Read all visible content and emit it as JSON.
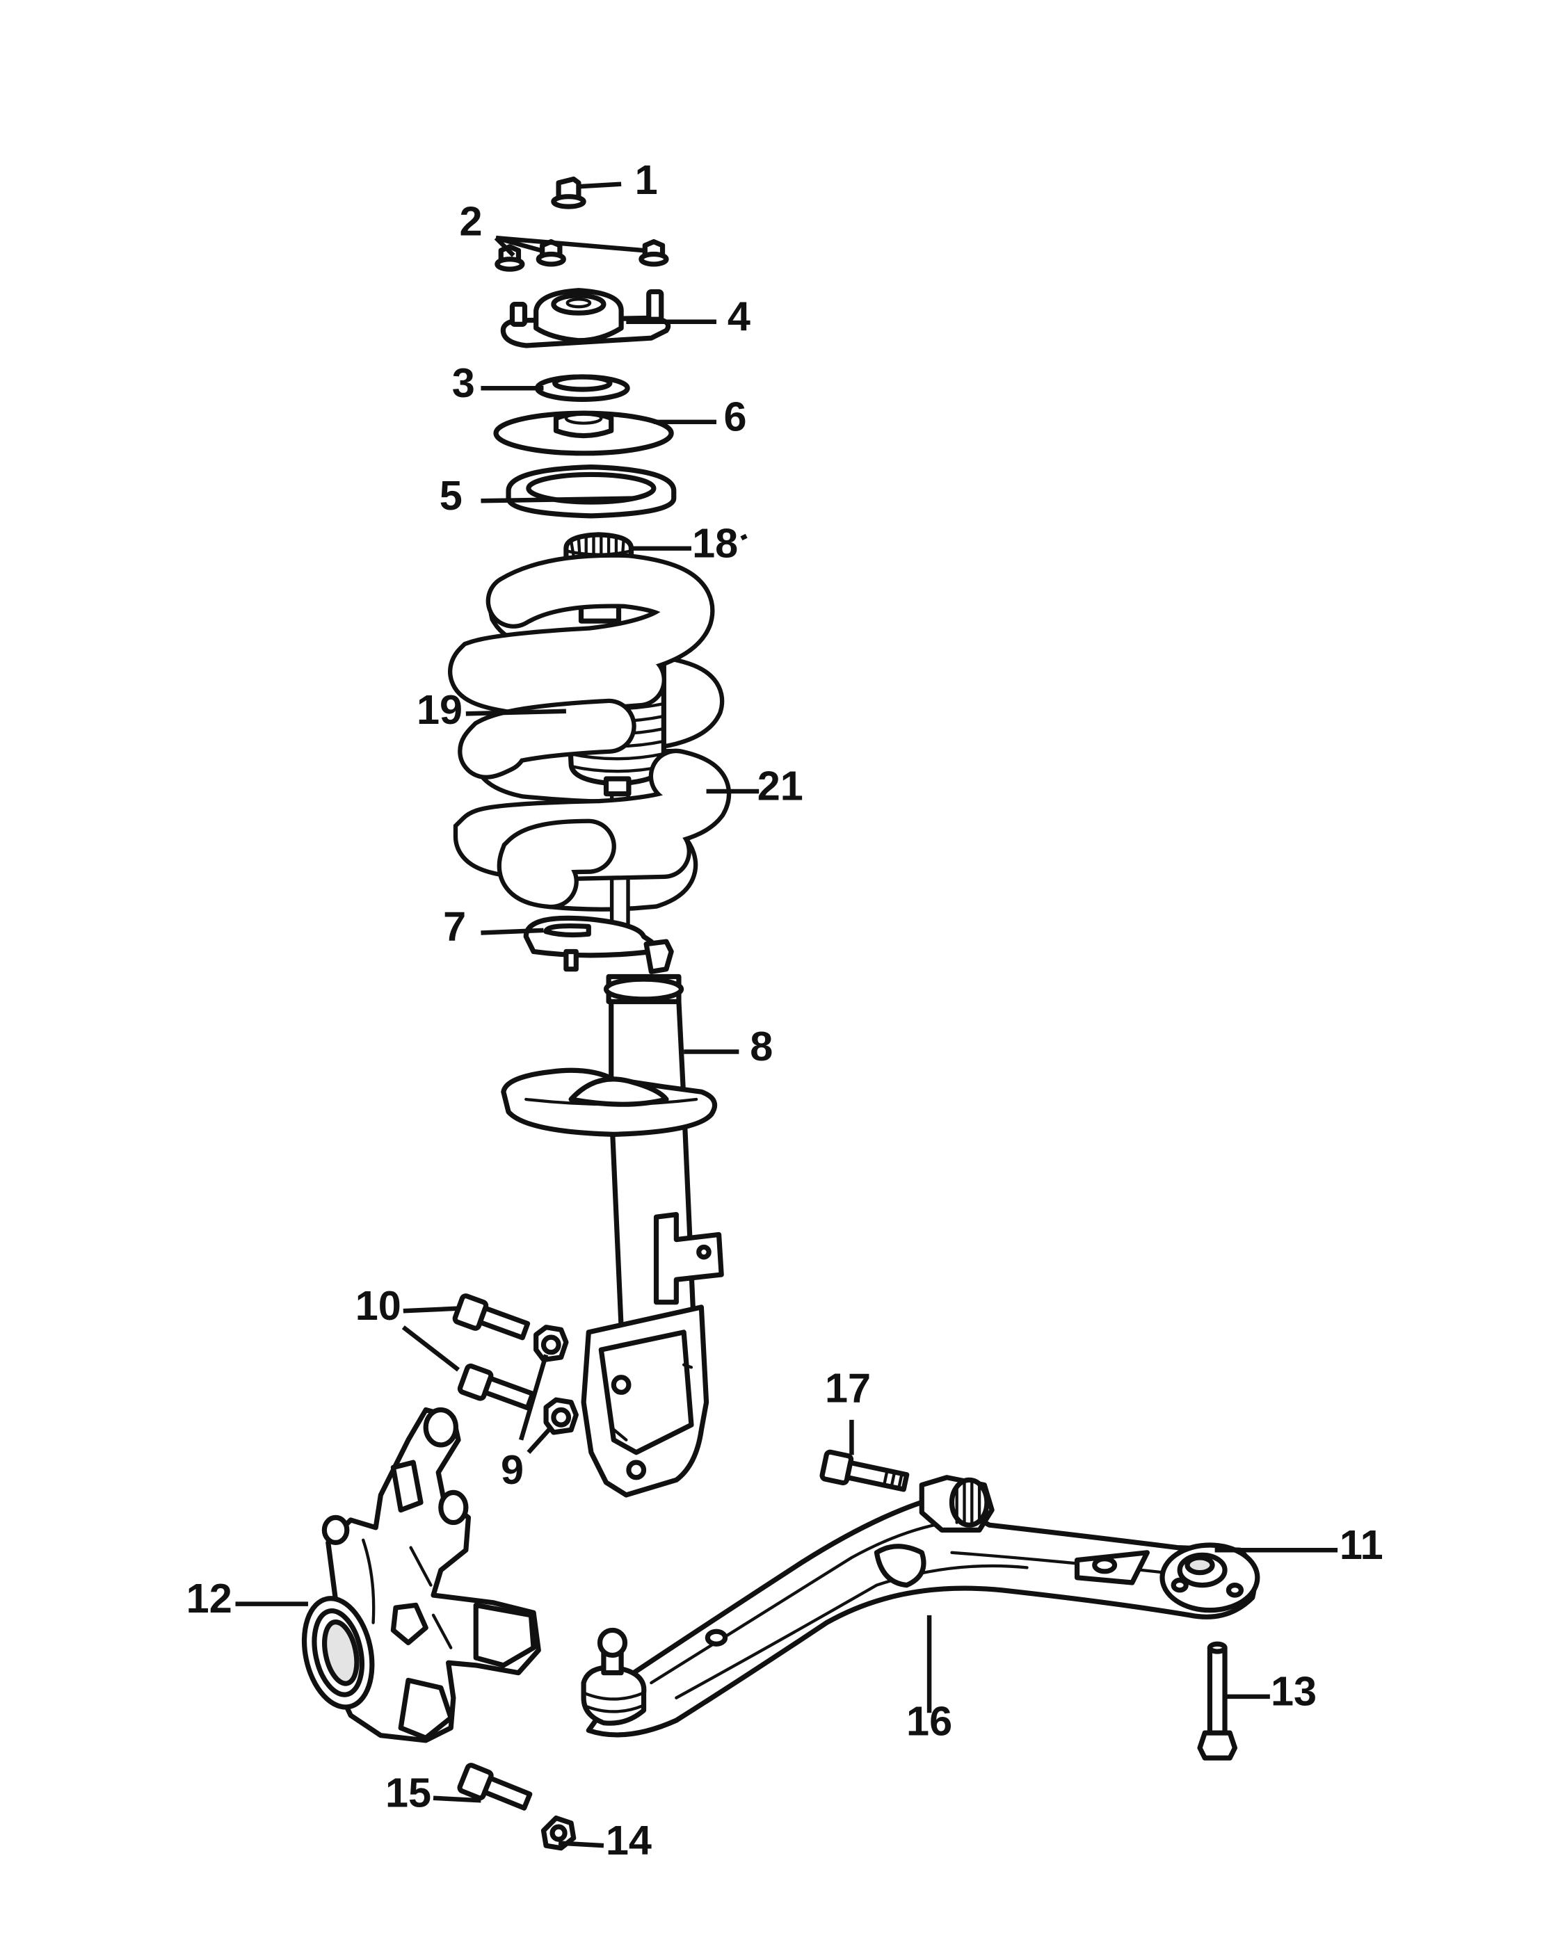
{
  "diagram": {
    "callouts": [
      {
        "id": "1",
        "label": "1"
      },
      {
        "id": "2",
        "label": "2"
      },
      {
        "id": "3",
        "label": "3"
      },
      {
        "id": "4",
        "label": "4"
      },
      {
        "id": "5",
        "label": "5"
      },
      {
        "id": "6",
        "label": "6"
      },
      {
        "id": "7",
        "label": "7"
      },
      {
        "id": "8",
        "label": "8"
      },
      {
        "id": "9",
        "label": "9"
      },
      {
        "id": "10",
        "label": "10"
      },
      {
        "id": "11",
        "label": "11"
      },
      {
        "id": "12",
        "label": "12"
      },
      {
        "id": "13",
        "label": "13"
      },
      {
        "id": "14",
        "label": "14"
      },
      {
        "id": "15",
        "label": "15"
      },
      {
        "id": "16",
        "label": "16"
      },
      {
        "id": "17",
        "label": "17"
      },
      {
        "id": "18",
        "label": "18"
      },
      {
        "id": "19",
        "label": "19"
      },
      {
        "id": "21",
        "label": "21"
      }
    ]
  }
}
